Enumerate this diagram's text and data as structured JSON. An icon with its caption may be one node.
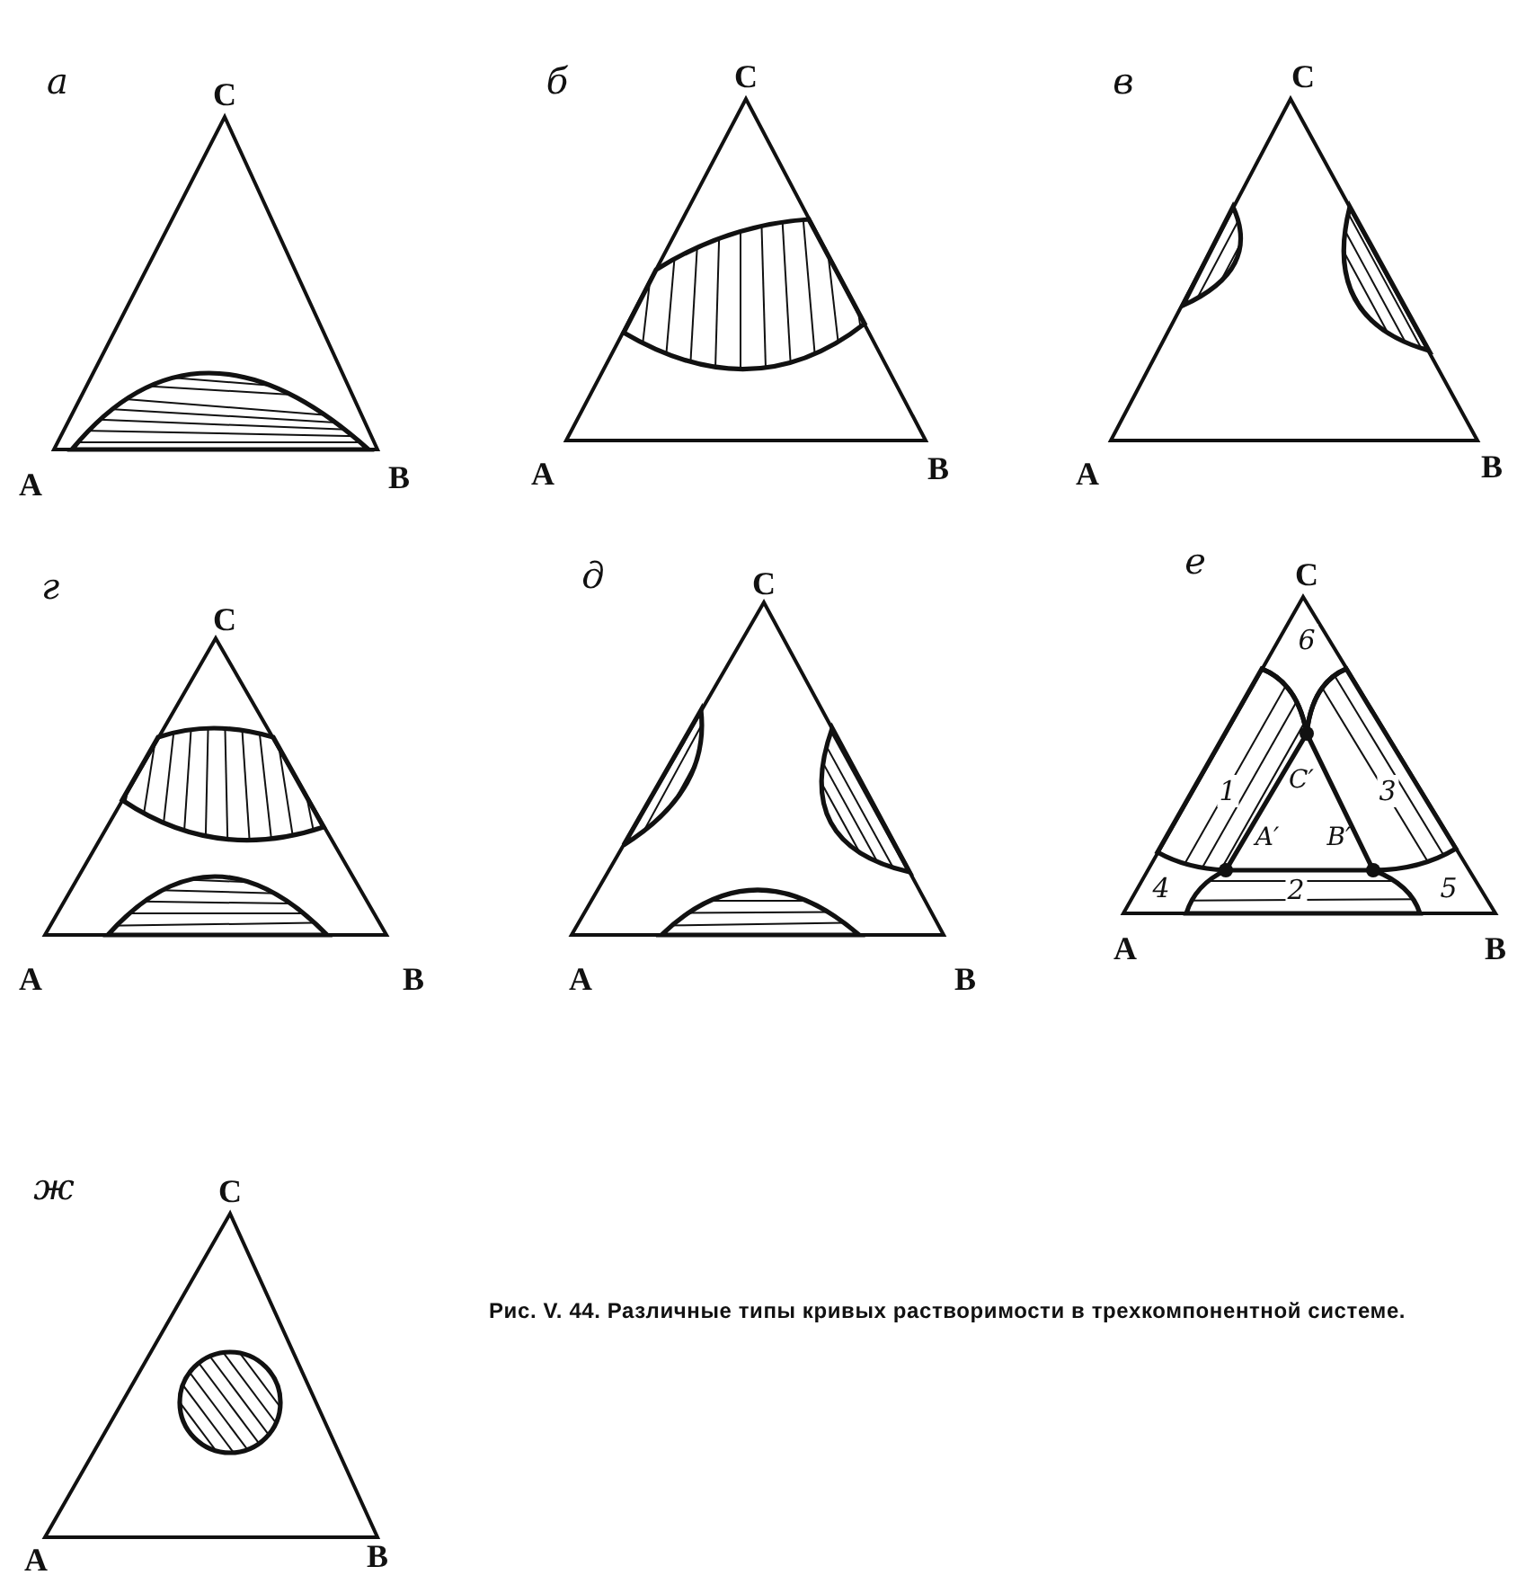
{
  "diagram": {
    "caption": "Рис. V. 44. Различные типы кривых растворимости в трехкомпонентной системе.",
    "labels": [
      "а",
      "C",
      "A",
      "B",
      "б",
      "C",
      "A",
      "B",
      "в",
      "C",
      "A",
      "B",
      "г",
      "C",
      "A",
      "B",
      "д",
      "C",
      "A",
      "B",
      "е",
      "C",
      "6",
      "1",
      "C′",
      "3",
      "A′",
      "B′",
      "4",
      "2",
      "5",
      "A",
      "B",
      "ж",
      "C",
      "A",
      "B"
    ]
  }
}
